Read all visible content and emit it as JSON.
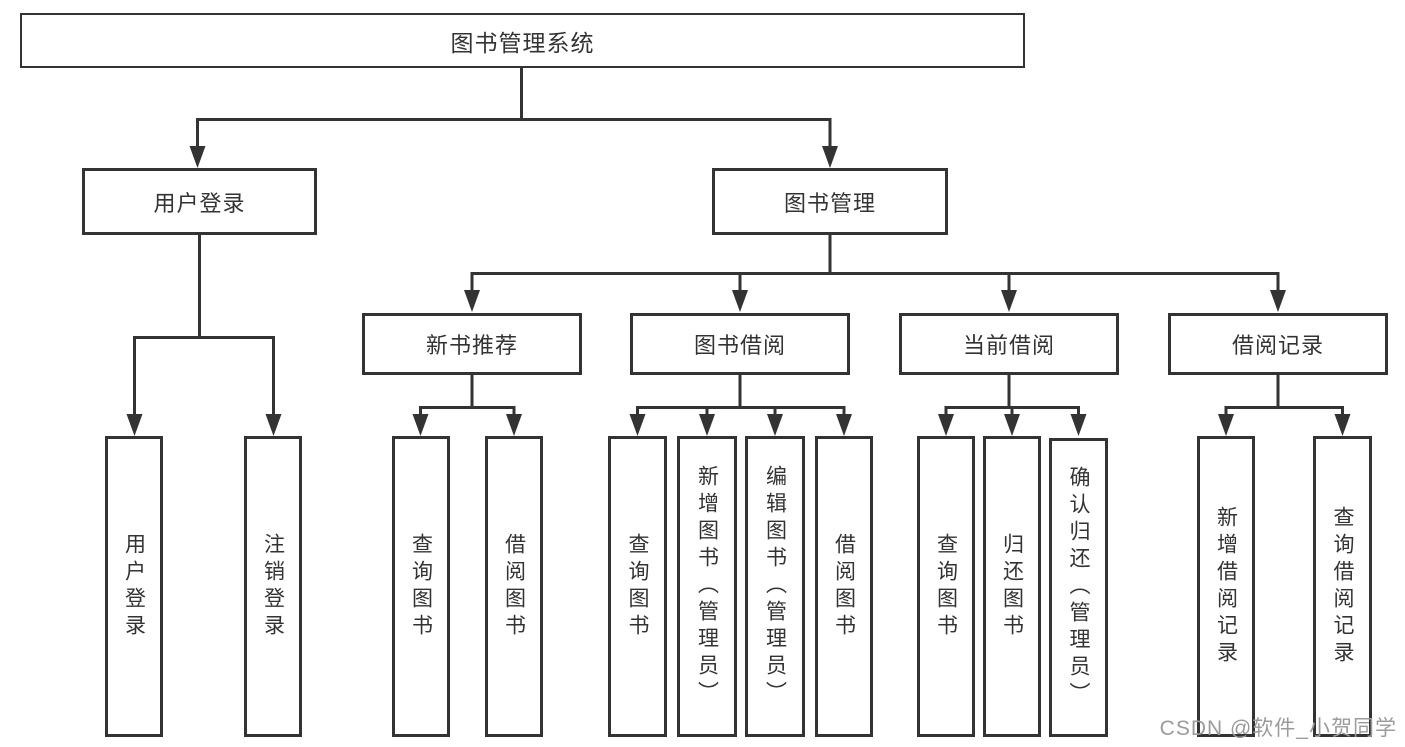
{
  "diagram": {
    "root": {
      "label": "图书管理系统"
    },
    "user_login": {
      "label": "用户登录",
      "children": [
        {
          "label": "用户登录"
        },
        {
          "label": "注销登录"
        }
      ]
    },
    "book_management": {
      "label": "图书管理",
      "sections": [
        {
          "label": "新书推荐",
          "children": [
            {
              "label": "查询图书"
            },
            {
              "label": "借阅图书"
            }
          ]
        },
        {
          "label": "图书借阅",
          "children": [
            {
              "label": "查询图书"
            },
            {
              "label": "新增图书（管理员）"
            },
            {
              "label": "编辑图书（管理员）"
            },
            {
              "label": "借阅图书"
            }
          ]
        },
        {
          "label": "当前借阅",
          "children": [
            {
              "label": "查询图书"
            },
            {
              "label": "归还图书"
            },
            {
              "label": "确认归还（管理员）"
            }
          ]
        },
        {
          "label": "借阅记录",
          "children": [
            {
              "label": "新增借阅记录"
            },
            {
              "label": "查询借阅记录"
            }
          ]
        }
      ]
    },
    "watermark": "CSDN @软件_小贺同学",
    "colors": {
      "line": "#333333",
      "text": "#333333",
      "watermark": "#9b9b9b",
      "background": "#ffffff"
    }
  }
}
